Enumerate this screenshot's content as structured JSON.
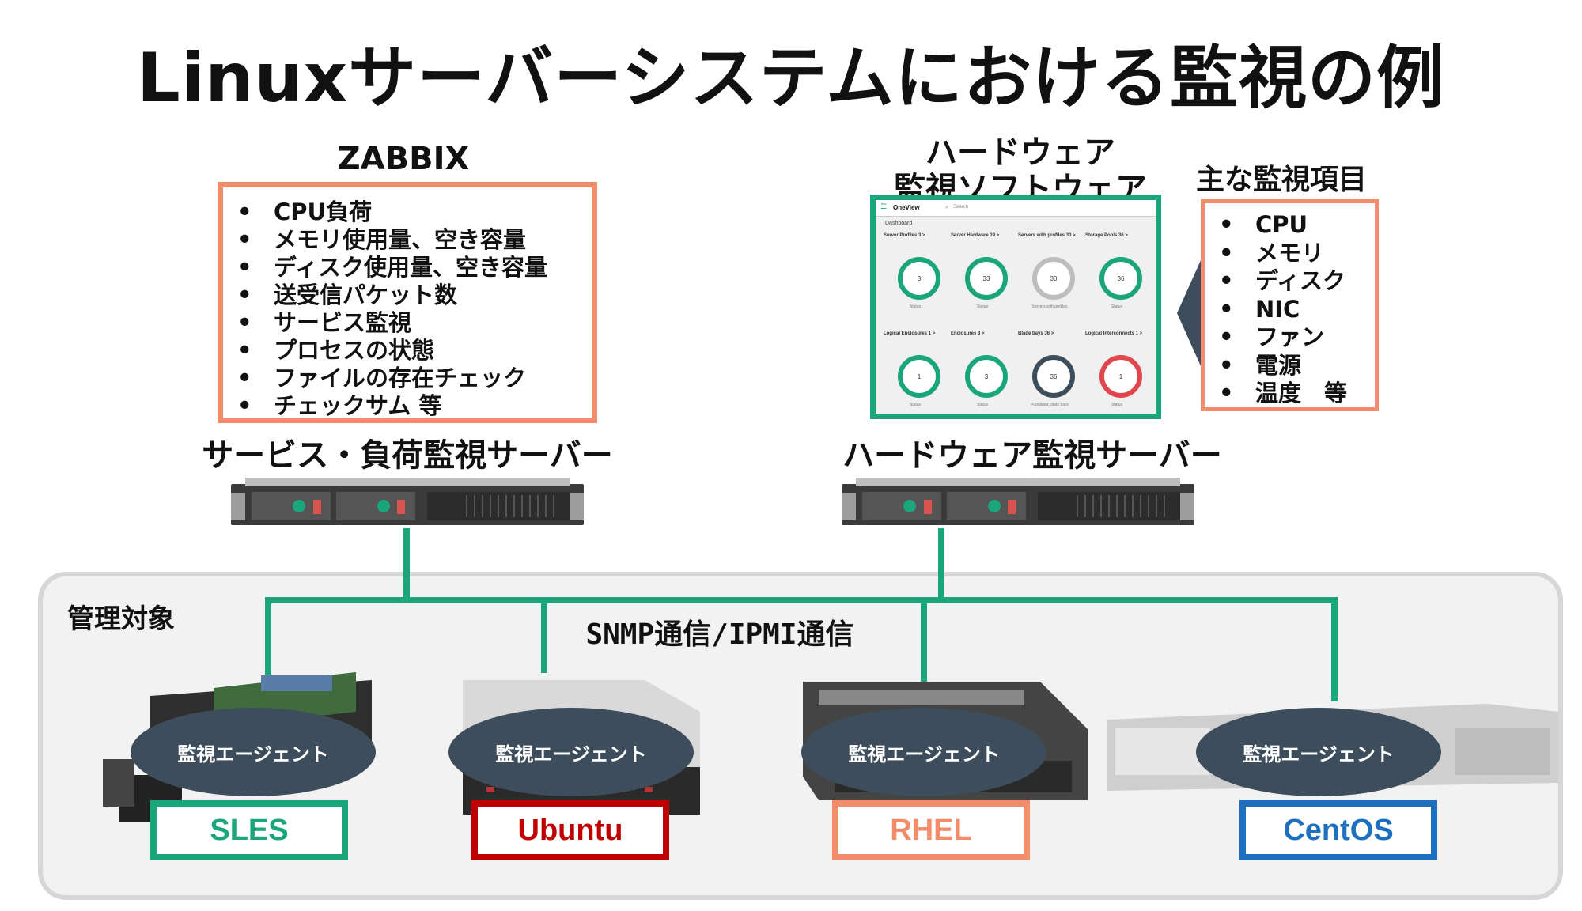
{
  "title": "Linuxサーバーシステムにおける監視の例",
  "zabbix": {
    "heading": "ZABBIX",
    "items": [
      "CPU負荷",
      "メモリ使用量、空き容量",
      "ディスク使用量、空き容量",
      "送受信パケット数",
      "サービス監視",
      "プロセスの状態",
      "ファイルの存在チェック",
      "チェックサム 等"
    ],
    "server_label": "サービス・負荷監視サーバー"
  },
  "hardware": {
    "heading_line1": "ハードウェア",
    "heading_line2": "監視ソフトウェア",
    "server_label": "ハードウェア監視サーバー",
    "dashboard": {
      "app": "OneView",
      "search": "Search",
      "page": "Dashboard",
      "cards": [
        {
          "title": "Server Profiles 3 >",
          "value": "3",
          "caption": "Status",
          "color": "#1aa67a"
        },
        {
          "title": "Server Hardware 39 >",
          "value": "33",
          "caption": "Status",
          "color": "#1aa67a"
        },
        {
          "title": "Servers with profiles 30 >",
          "value": "30",
          "caption": "Servers with profiles",
          "color": "#bdbdbd"
        },
        {
          "title": "Storage Pools 36 >",
          "value": "36",
          "caption": "Status",
          "color": "#1aa67a"
        },
        {
          "title": "Logical Enclosures 1 >",
          "value": "1",
          "caption": "Status",
          "color": "#1aa67a"
        },
        {
          "title": "Enclosures 3 >",
          "value": "3",
          "caption": "Status",
          "color": "#1aa67a"
        },
        {
          "title": "Blade bays 36 >",
          "value": "36",
          "caption": "Populated blade bays",
          "color": "#3d4d5c"
        },
        {
          "title": "Logical Interconnects 1 >",
          "value": "1",
          "caption": "Status",
          "color": "#e0474c"
        }
      ]
    }
  },
  "main_items": {
    "heading": "主な監視項目",
    "items": [
      "CPU",
      "メモリ",
      "ディスク",
      "NIC",
      "ファン",
      "電源",
      "温度　等"
    ]
  },
  "managed": {
    "label": "管理対象",
    "network_label": "SNMP通信/IPMI通信",
    "agent_label": "監視エージェント",
    "os": [
      {
        "name": "SLES",
        "color": "#1aa67a",
        "text_color": "#1aa67a"
      },
      {
        "name": "Ubuntu",
        "color": "#c00000",
        "text_color": "#c00000"
      },
      {
        "name": "RHEL",
        "color": "#f28c6b",
        "text_color": "#f28c6b"
      },
      {
        "name": "CentOS",
        "color": "#1f6fbf",
        "text_color": "#1f6fbf"
      }
    ]
  },
  "colors": {
    "accent_green": "#1aa67a",
    "accent_orange": "#f28c6b",
    "agent_fill": "#3d4d5c"
  }
}
